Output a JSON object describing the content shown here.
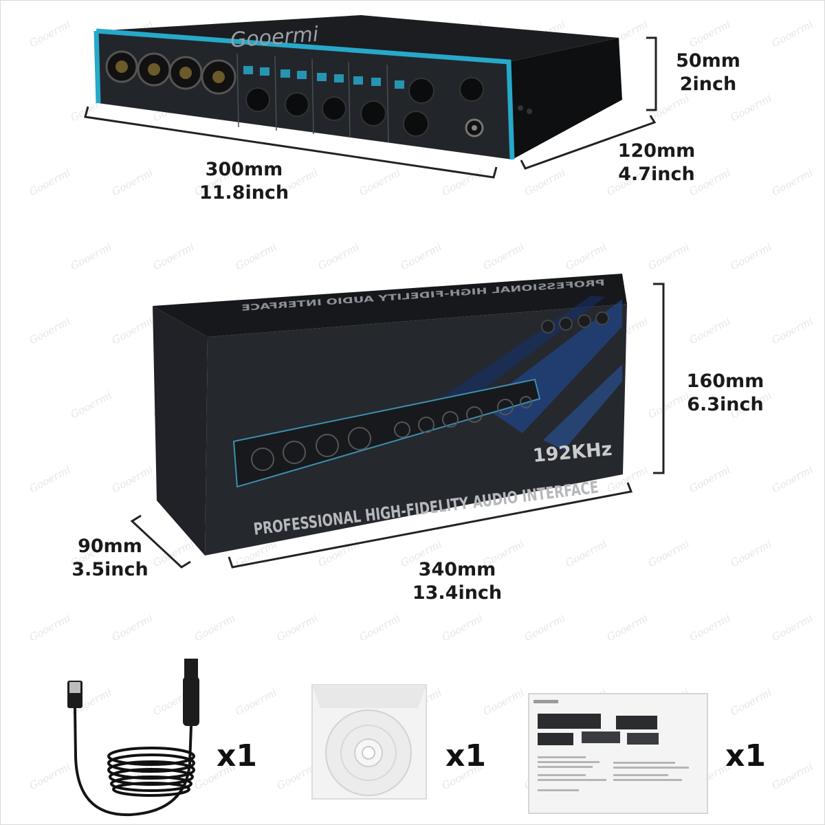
{
  "watermark": "Gooermi",
  "device": {
    "brand": "Gooermi",
    "height": {
      "mm": "50mm",
      "inch": "2inch"
    },
    "depth": {
      "mm": "120mm",
      "inch": "4.7inch"
    },
    "width": {
      "mm": "300mm",
      "inch": "11.8inch"
    }
  },
  "box": {
    "headline": "PROFESSIONAL HIGH-FIDELITY AUDIO INTERFACE",
    "sample_rate": "192KHz",
    "top_text": "PROFESSIONAL HIGH-FIDELITY AUDIO INTERFACE",
    "height": {
      "mm": "160mm",
      "inch": "6.3inch"
    },
    "depth": {
      "mm": "90mm",
      "inch": "3.5inch"
    },
    "width": {
      "mm": "340mm",
      "inch": "13.4inch"
    }
  },
  "accessories": [
    {
      "item": "usb-cable",
      "qty": "x1"
    },
    {
      "item": "driver-cd",
      "qty": "x1"
    },
    {
      "item": "user-manual",
      "qty": "x1"
    }
  ],
  "colors": {
    "accent": "#27a9c9",
    "body": "#151719",
    "box": "#1c1e22"
  }
}
